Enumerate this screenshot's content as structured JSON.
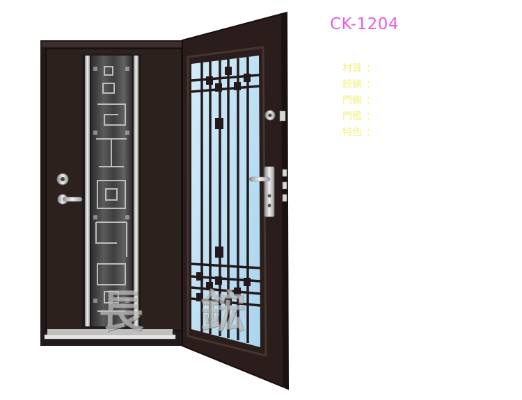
{
  "product": {
    "model": "CK-1204",
    "model_color": "#e85be8",
    "watermark": "長 鋐",
    "spec_color": "#f2f082",
    "specs": [
      {
        "label": "材質",
        "colon": "："
      },
      {
        "label": "鉸鍊",
        "colon": "："
      },
      {
        "label": "門鎖",
        "colon": "："
      },
      {
        "label": "門檻",
        "colon": "："
      },
      {
        "label": "特色",
        "colon": "："
      }
    ]
  },
  "colors": {
    "door_body": "#2c1f1c",
    "door_edge": "#1a1210",
    "glass": "#bde0f4",
    "grille": "#24181a",
    "hardware": "#c9c9c9",
    "threshold": "#d0d0d0"
  }
}
